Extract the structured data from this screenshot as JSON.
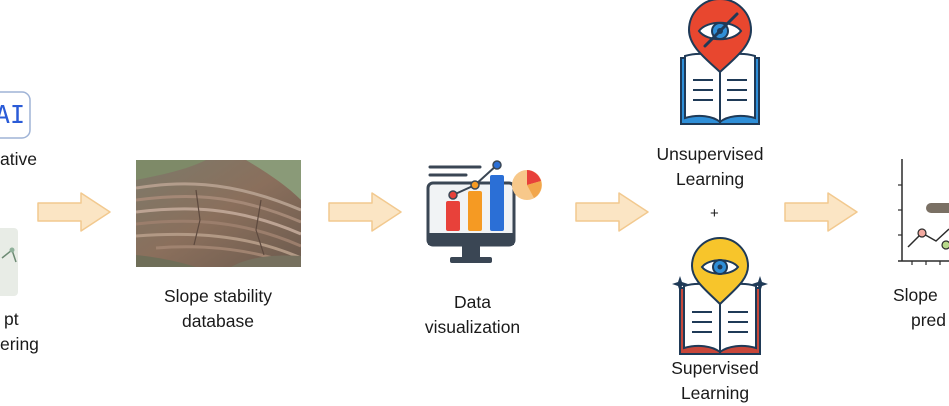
{
  "colors": {
    "arrow_fill": "#fbe5c4",
    "arrow_stroke": "#f2c98f",
    "bar_red": "#e8413a",
    "bar_orange": "#f59a23",
    "bar_blue": "#2b6fd6",
    "eye_red": "#e8472f",
    "eye_yellow": "#f7c52b",
    "book_blue": "#2f8fd8",
    "book_red": "#c8473a",
    "ai_blue": "#2a5bd7"
  },
  "left_edge": {
    "ai_text": "AI",
    "line1": "ative",
    "line2": "pt",
    "line3": "ering"
  },
  "steps": {
    "database": {
      "line1": "Slope stability",
      "line2": "database"
    },
    "visualization": {
      "line1": "Data",
      "line2": "visualization"
    },
    "unsupervised": {
      "line1": "Unsupervised",
      "line2": "Learning"
    },
    "plus": "+",
    "supervised": {
      "line1": "Supervised",
      "line2": "Learning"
    },
    "prediction": {
      "line1": "Slope",
      "line2": "pred"
    }
  },
  "icons": {
    "ai_logo": "ai-logo-icon",
    "prompt": "prompt-engineering-icon",
    "database": "slope-photo",
    "visualization": "monitor-chart-icon",
    "unsupervised": "crossed-eye-book-icon",
    "supervised": "eye-book-icon",
    "prediction": "line-chart-icon",
    "flow": "flow-arrow-icon"
  }
}
